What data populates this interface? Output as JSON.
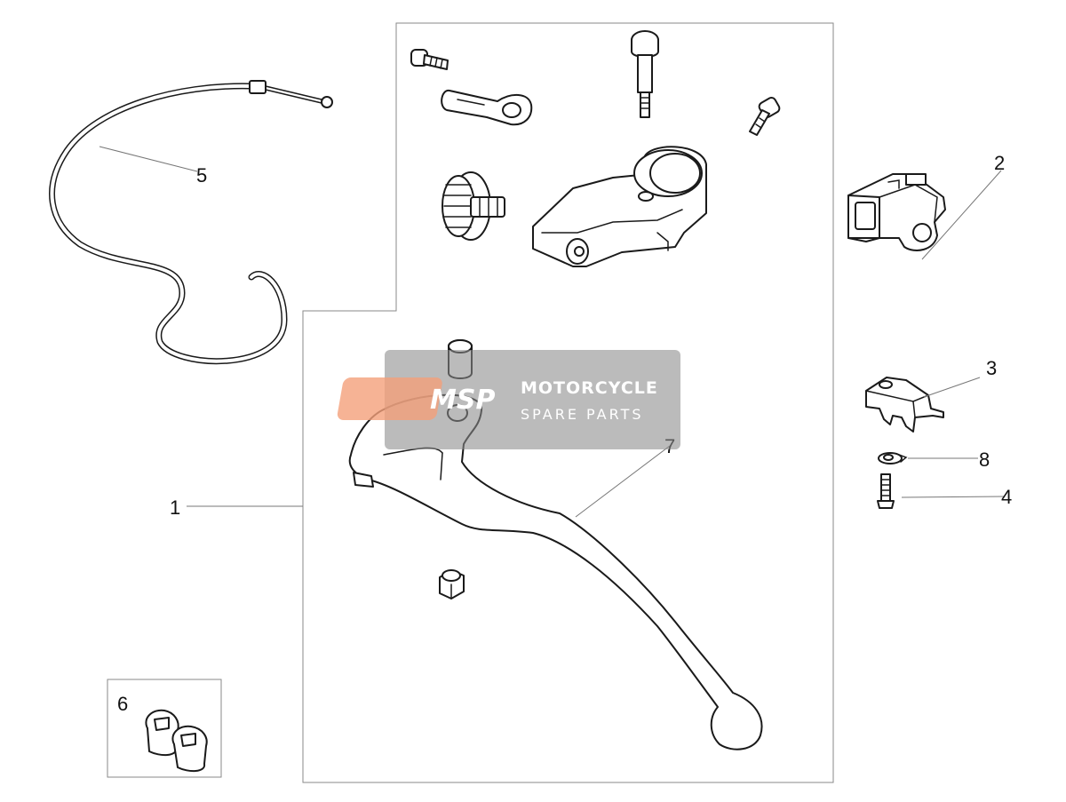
{
  "diagram": {
    "callouts": [
      {
        "id": "1",
        "label": "1"
      },
      {
        "id": "2",
        "label": "2"
      },
      {
        "id": "3",
        "label": "3"
      },
      {
        "id": "4",
        "label": "4"
      },
      {
        "id": "5",
        "label": "5"
      },
      {
        "id": "6",
        "label": "6"
      },
      {
        "id": "7",
        "label": "7"
      },
      {
        "id": "8",
        "label": "8"
      }
    ]
  },
  "watermark": {
    "logo_text": "MSP",
    "line1": "MOTORCYCLE",
    "line2": "SPARE PARTS",
    "overlay_color": "#8a8a8a",
    "logo_color": "#f4a07a"
  }
}
